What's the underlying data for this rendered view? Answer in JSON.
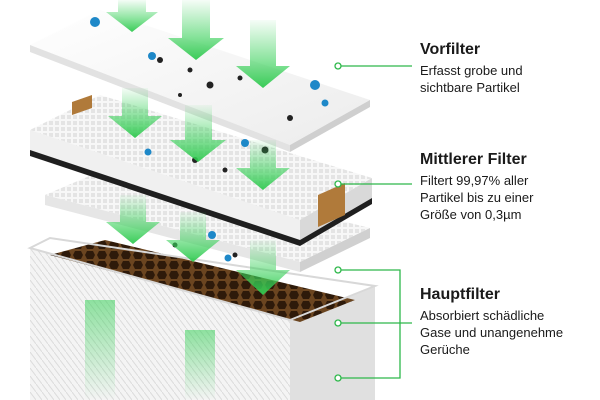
{
  "labels": {
    "vorfilter": {
      "title": "Vorfilter",
      "description": "Erfasst grobe und\nsichtbare Partikel"
    },
    "mittlerer": {
      "title": "Mittlerer Filter",
      "description": "Filtert 99,97% aller\nPartikel bis zu einer\nGröße von 0,3µm"
    },
    "haupt": {
      "title": "Hauptfilter",
      "description": "Absorbiert schädliche\nGase und unangenehme\nGerüche"
    }
  },
  "colors": {
    "accent_green": "#3ad15a",
    "callout_line": "#2db84a",
    "particle_blue": "#1e88c8",
    "particle_dark": "#222222",
    "honeycomb": "#5a3a1c",
    "tape": "#b07a3a",
    "text": "#1a1a1a"
  },
  "icons": [
    "arrow-down-icon",
    "germ-icon",
    "dust-dot-icon"
  ]
}
